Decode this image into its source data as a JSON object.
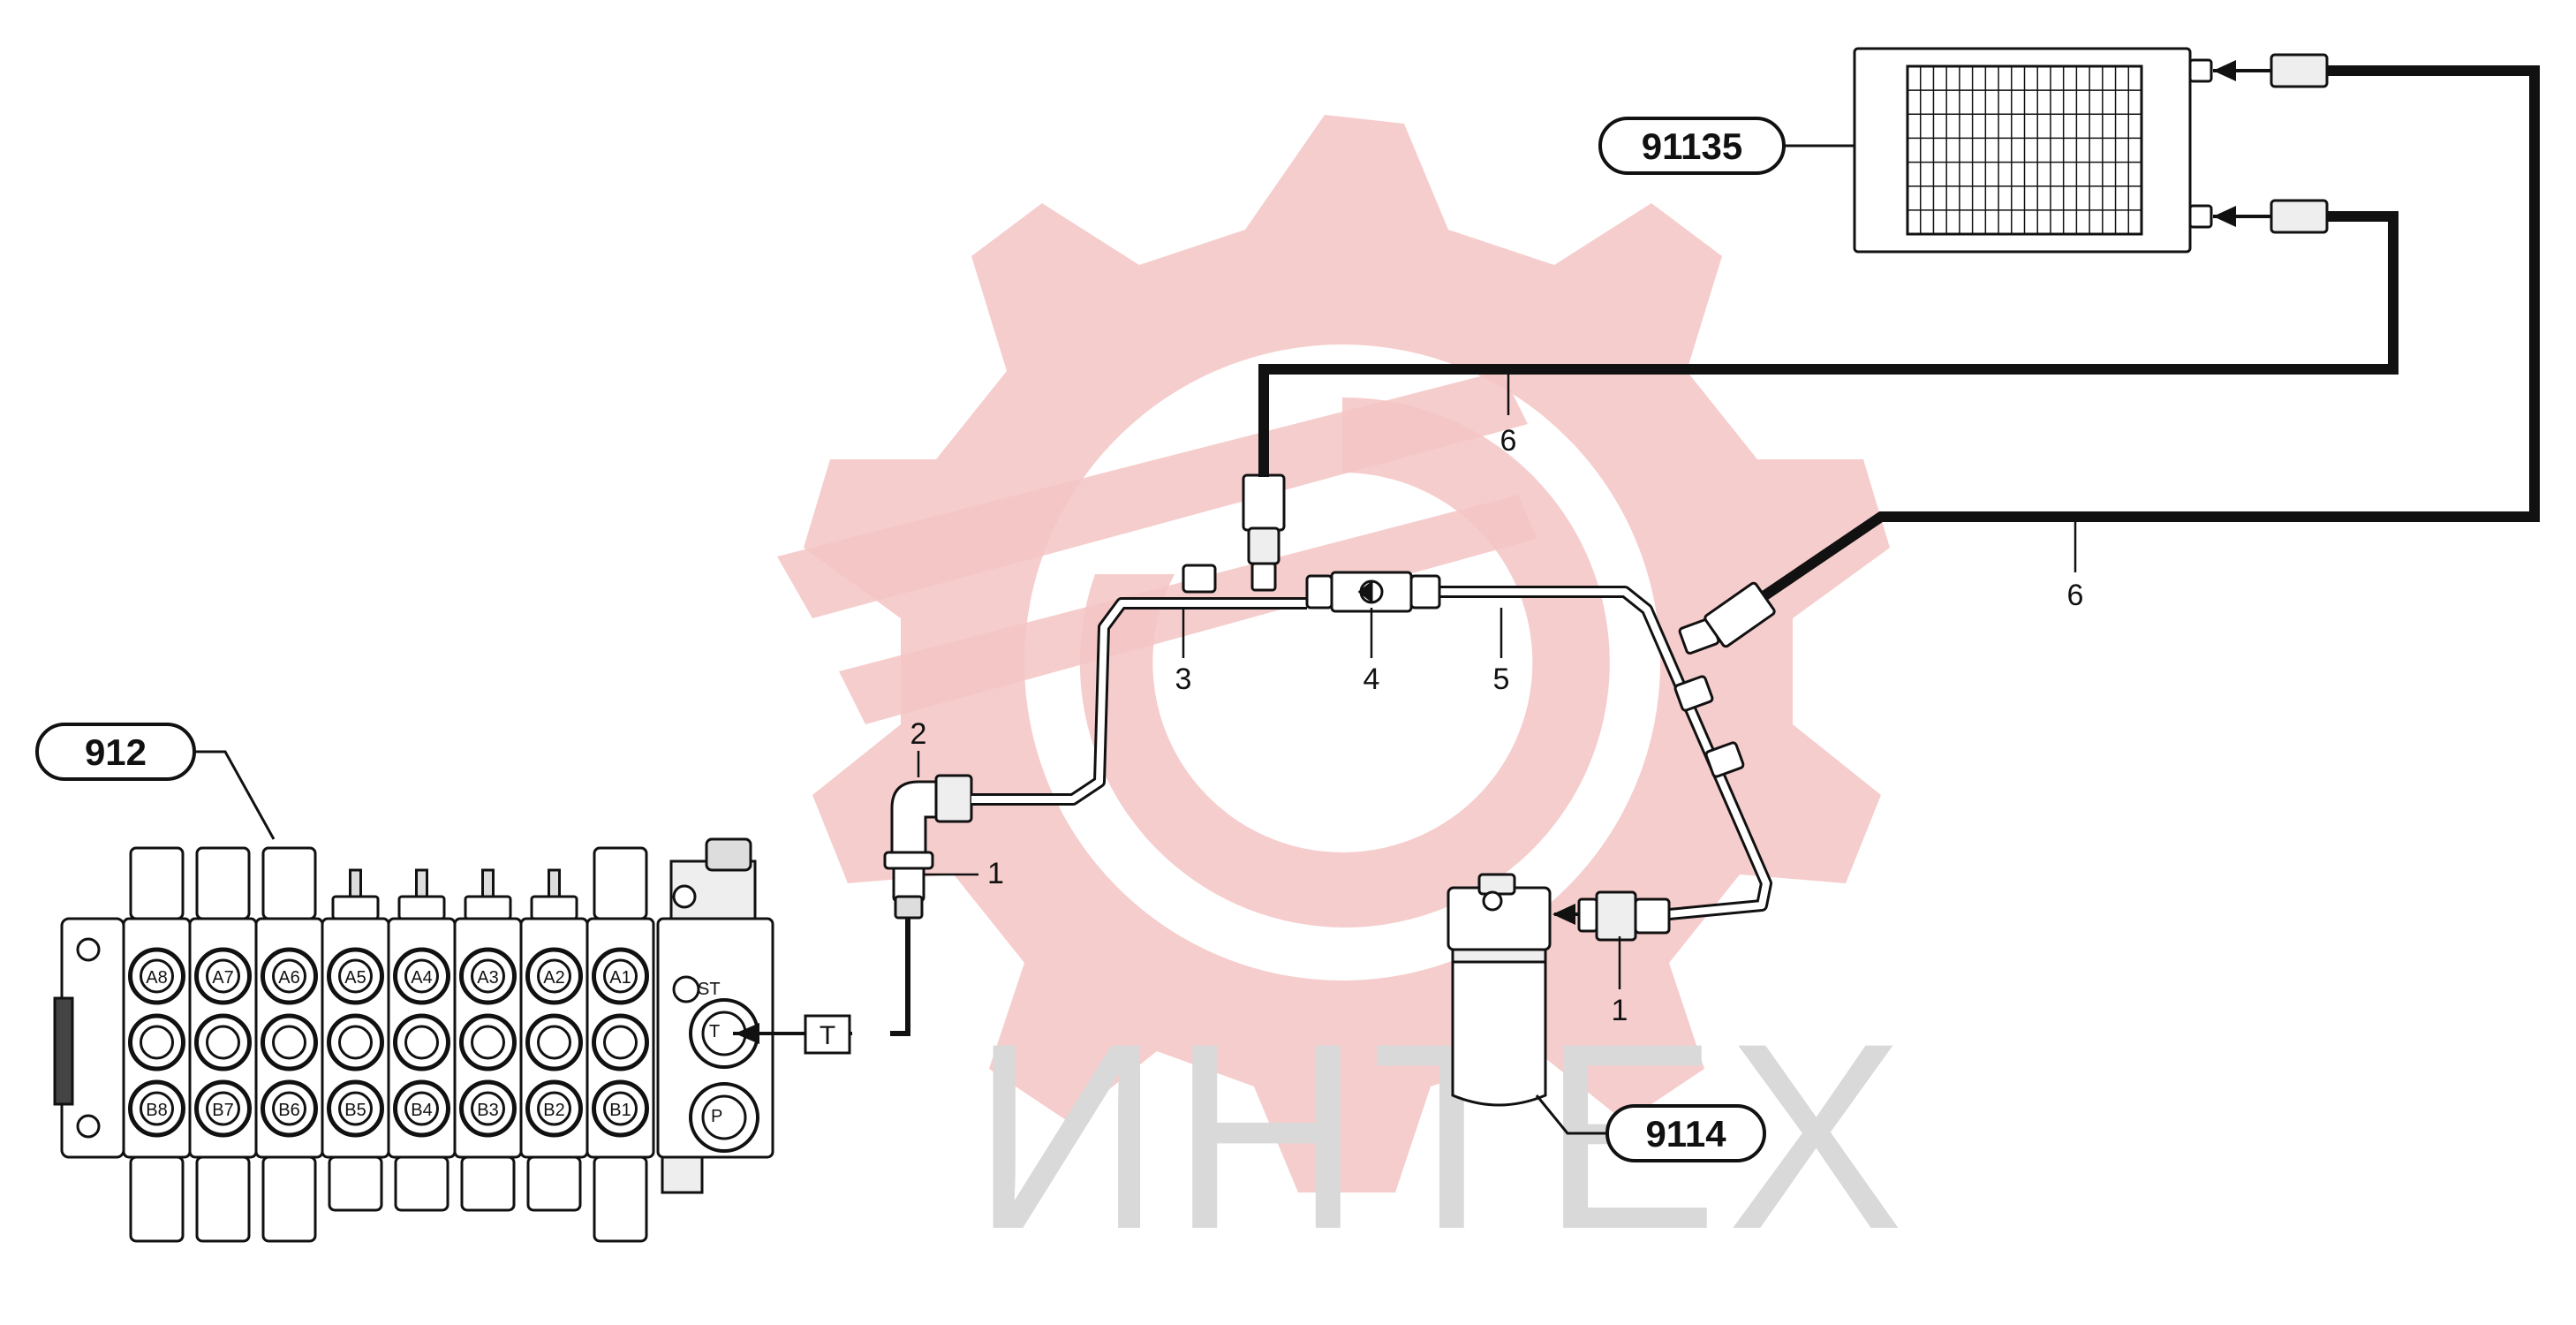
{
  "watermark": {
    "text": "ИНТЕХ",
    "logo": "gear-logo-icon",
    "logo_color": "#f5b5b5",
    "text_color": "#d9d9d9"
  },
  "components": {
    "control_valve": {
      "tag": "912",
      "sections": 8,
      "ports_a": [
        "A8",
        "A7",
        "A6",
        "A5",
        "A4",
        "A3",
        "A2",
        "A1"
      ],
      "ports_b": [
        "B8",
        "B7",
        "B6",
        "B5",
        "B4",
        "B3",
        "B2",
        "B1"
      ],
      "inlet_labels": {
        "st": "ST",
        "t": "T",
        "p": "P"
      }
    },
    "oil_cooler": {
      "tag": "91135"
    },
    "return_filter": {
      "tag": "9114"
    }
  },
  "port_t_box": "T",
  "callouts": {
    "item_1_union": "1",
    "item_1_filter": "1",
    "item_2": "2",
    "item_3": "3",
    "item_4": "4",
    "item_5": "5",
    "item_6_upper": "6",
    "item_6_lower": "6"
  }
}
